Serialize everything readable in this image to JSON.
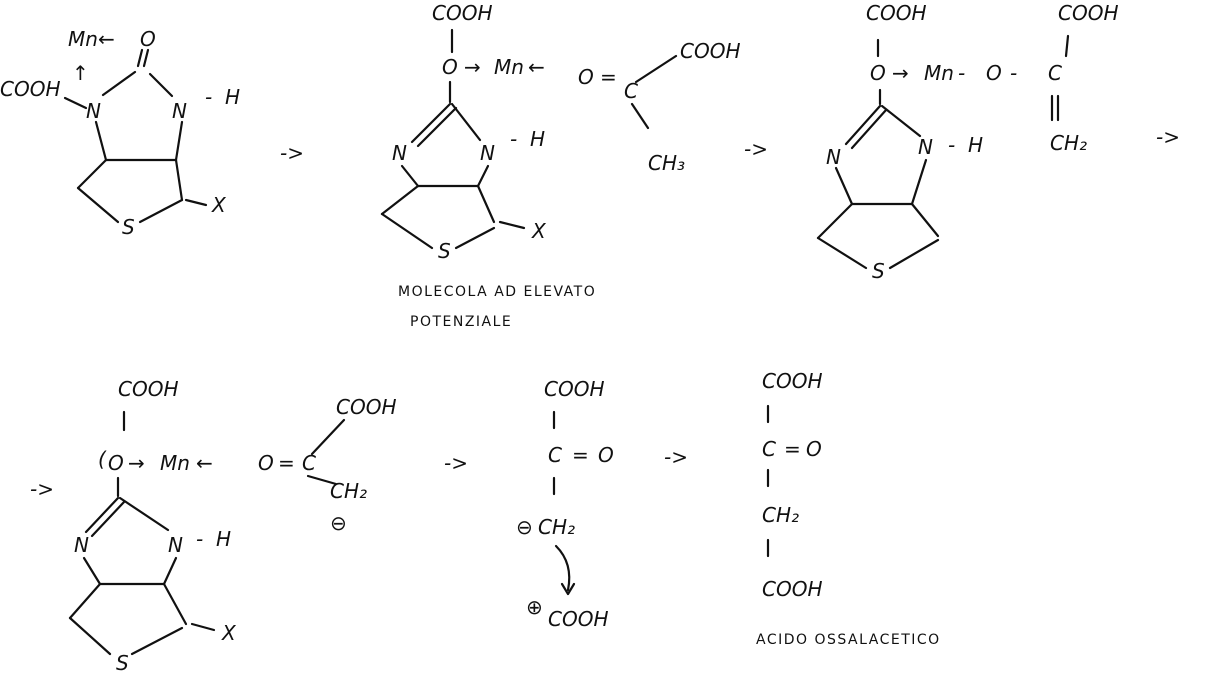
{
  "labels": {
    "cooh": "COOH",
    "mn": "Mn",
    "o": "O",
    "n": "N",
    "h": "H",
    "s": "S",
    "x": "X",
    "c": "C",
    "ch3": "CH₃",
    "ch2": "CH₂",
    "arrow": "->",
    "minus": "⊖",
    "plus": "⊕"
  },
  "captions": {
    "high_potential_line1": "MOLECOLA AD ELEVATO",
    "high_potential_line2": "POTENZIALE",
    "product_name": "ACIDO OSSALACETICO"
  }
}
